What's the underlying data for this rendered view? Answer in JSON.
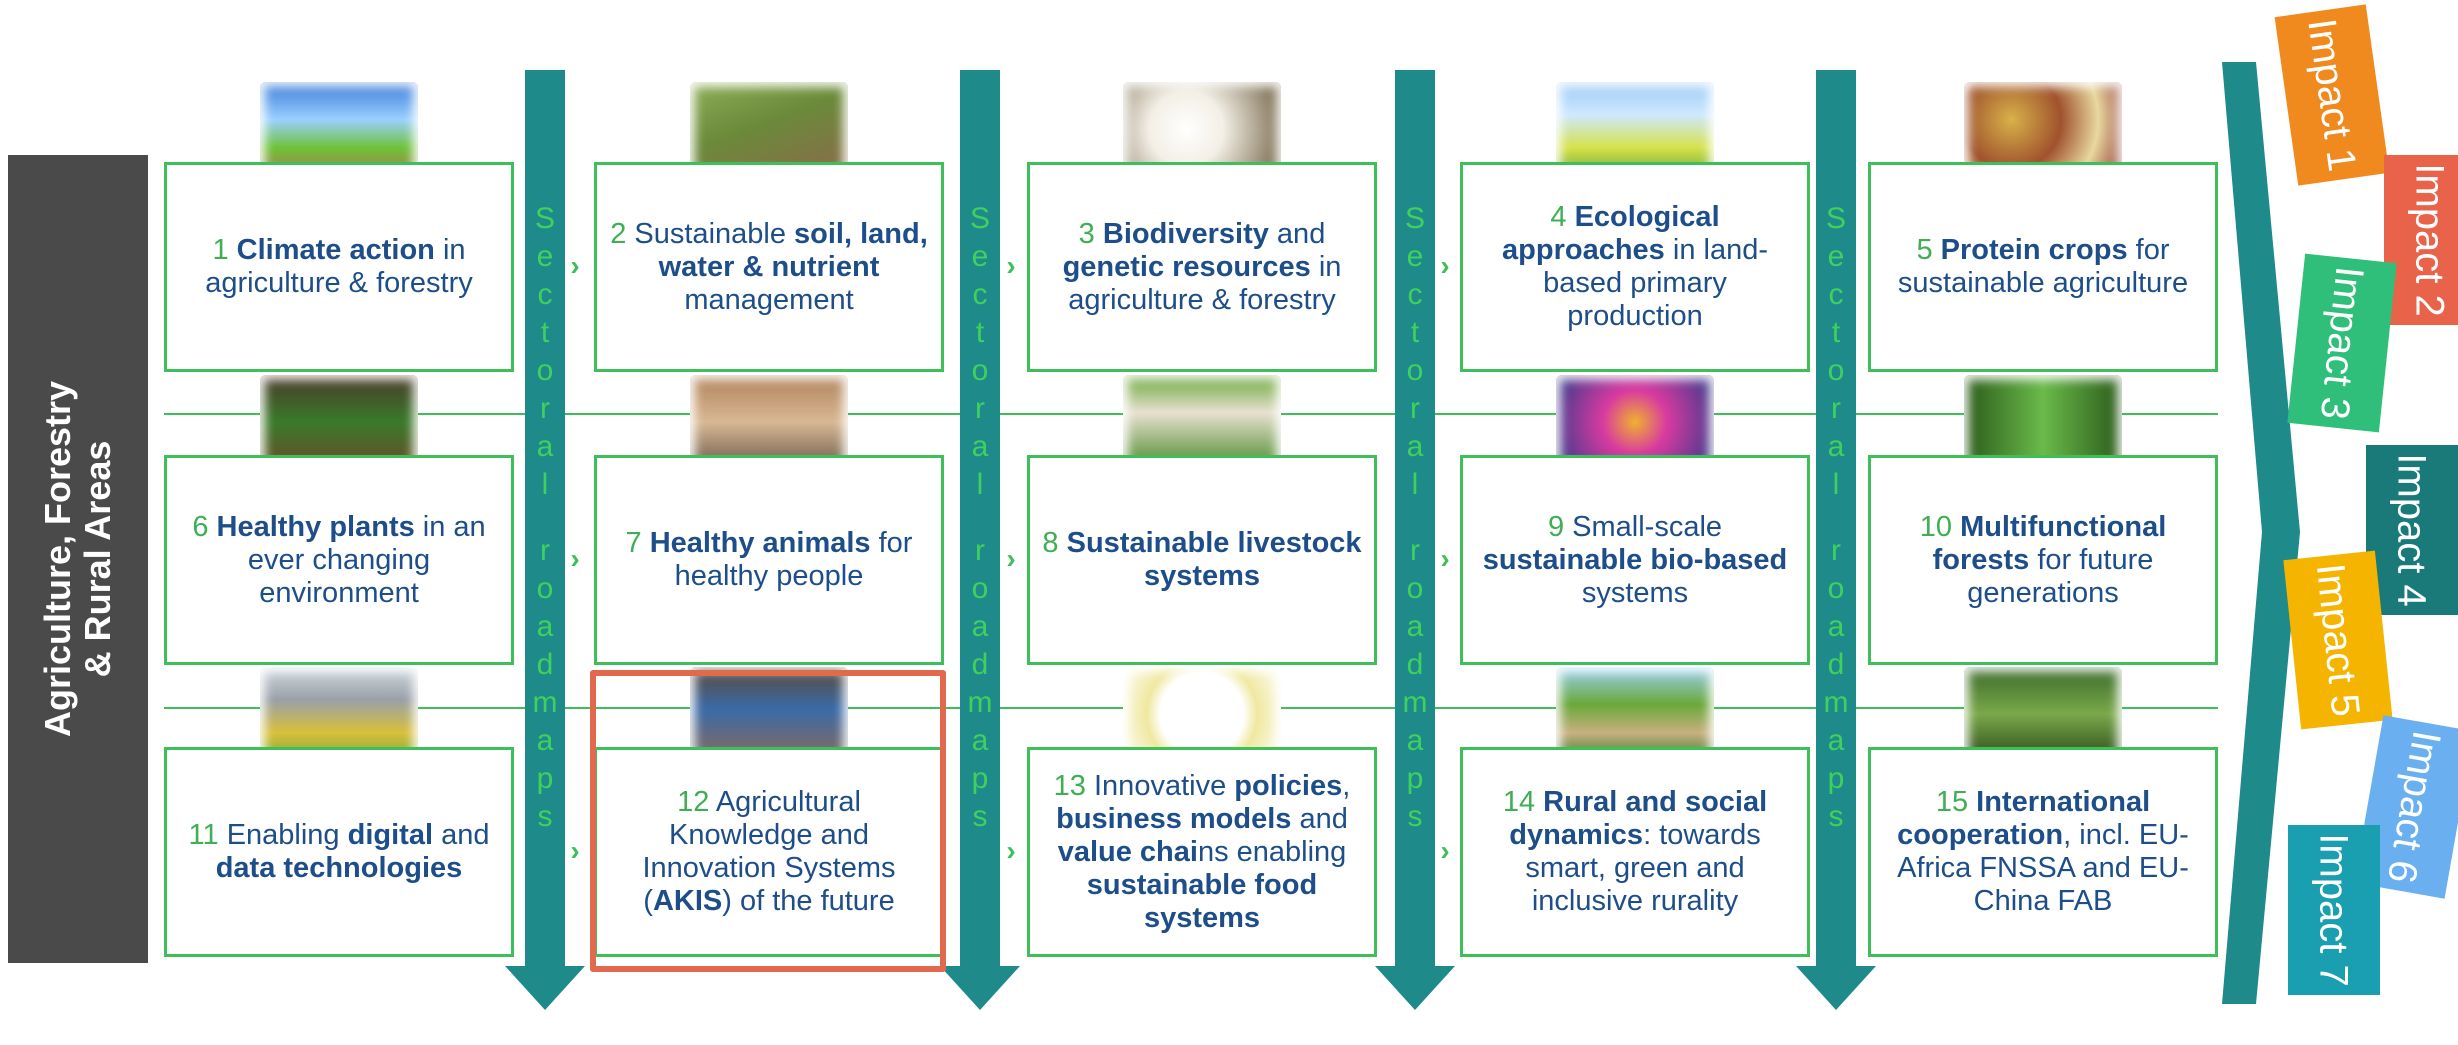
{
  "sidebar": {
    "line1": "Agriculture, Forestry",
    "line2": "& Rural Areas"
  },
  "roadmap": {
    "label": "Sectoral roadmaps",
    "letters": [
      "S",
      "e",
      "c",
      "t",
      "o",
      "r",
      "a",
      "l",
      "",
      "r",
      "o",
      "a",
      "d",
      "m",
      "a",
      "p",
      "s"
    ],
    "color": "#1f8a8a",
    "text_color": "#3fd05e"
  },
  "colors": {
    "box_border": "#3fbf5a",
    "topic_text": "#1d4e8a",
    "number": "#3fae54",
    "highlight": "#e0694e",
    "sidebar": "#4a4a4a"
  },
  "topics": [
    {
      "number": "1",
      "runs": [
        {
          "t": "Climate action",
          "b": true
        },
        {
          "t": " in agriculture & forestry",
          "b": false
        }
      ],
      "thumb": "sky-field-photo"
    },
    {
      "number": "2",
      "runs": [
        {
          "t": "Sustainable ",
          "b": false
        },
        {
          "t": "soil, land, water & nutrient",
          "b": true
        },
        {
          "t": " management",
          "b": false
        }
      ],
      "thumb": "field-photo"
    },
    {
      "number": "3",
      "runs": [
        {
          "t": "Biodiversity",
          "b": true
        },
        {
          "t": " and ",
          "b": false
        },
        {
          "t": "genetic resources",
          "b": true
        },
        {
          "t": " in agriculture & forestry",
          "b": false
        }
      ],
      "thumb": "blossom-bee-photo"
    },
    {
      "number": "4",
      "runs": [
        {
          "t": "Ecological approaches",
          "b": true
        },
        {
          "t": " in land-based primary production",
          "b": false
        }
      ],
      "thumb": "meadow-photo"
    },
    {
      "number": "5",
      "runs": [
        {
          "t": "Protein crops",
          "b": true
        },
        {
          "t": " for sustainable agriculture",
          "b": false
        }
      ],
      "thumb": "legumes-photo"
    },
    {
      "number": "6",
      "runs": [
        {
          "t": "Healthy plants",
          "b": true
        },
        {
          "t": " in an ever changing environment",
          "b": false
        }
      ],
      "thumb": "hands-seedling-photo"
    },
    {
      "number": "7",
      "runs": [
        {
          "t": "Healthy animals",
          "b": true
        },
        {
          "t": " for healthy people",
          "b": false
        }
      ],
      "thumb": "farmers-animals-photo"
    },
    {
      "number": "8",
      "runs": [
        {
          "t": "Sustainable livestock systems",
          "b": true
        }
      ],
      "thumb": "cows-photo"
    },
    {
      "number": "9",
      "runs": [
        {
          "t": "Small-scale ",
          "b": false
        },
        {
          "t": "sustainable bio-based",
          "b": true
        },
        {
          "t": " systems",
          "b": false
        }
      ],
      "thumb": "bioeconomy-loop-graphic"
    },
    {
      "number": "10",
      "runs": [
        {
          "t": "Multifunctional forests",
          "b": true
        },
        {
          "t": " for future generations",
          "b": false
        }
      ],
      "thumb": "forest-photo"
    },
    {
      "number": "11",
      "runs": [
        {
          "t": "Enabling ",
          "b": false
        },
        {
          "t": "digital",
          "b": true
        },
        {
          "t": " and ",
          "b": false
        },
        {
          "t": "data technologies",
          "b": true
        }
      ],
      "thumb": "drone-farm-photo"
    },
    {
      "number": "12",
      "runs": [
        {
          "t": "Agricultural Knowledge and Innovation Systems (",
          "b": false
        },
        {
          "t": "AKIS",
          "b": true
        },
        {
          "t": ") of the future",
          "b": false
        }
      ],
      "thumb": "advisors-photo"
    },
    {
      "number": "13",
      "runs": [
        {
          "t": "Innovative ",
          "b": false
        },
        {
          "t": "policies",
          "b": true
        },
        {
          "t": ", ",
          "b": false
        },
        {
          "t": "business models",
          "b": true
        },
        {
          "t": " and ",
          "b": false
        },
        {
          "t": "value chai",
          "b": true
        },
        {
          "t": "ns enabling ",
          "b": false
        },
        {
          "t": "sustainable food systems",
          "b": true
        }
      ],
      "thumb": "cap-objectives-graphic"
    },
    {
      "number": "14",
      "runs": [
        {
          "t": "Rural and social dynamics",
          "b": true
        },
        {
          "t": ": towards smart, green and inclusive rurality",
          "b": false
        }
      ],
      "thumb": "village-photo"
    },
    {
      "number": "15",
      "runs": [
        {
          "t": "International cooperation",
          "b": true
        },
        {
          "t": ", incl. EU-Africa FNSSA and EU-China FAB",
          "b": false
        }
      ],
      "thumb": "field-workers-photo"
    }
  ],
  "impacts": [
    {
      "label": "Impact 1",
      "color": "#f08a1e"
    },
    {
      "label": "Impact 2",
      "color": "#e8634a"
    },
    {
      "label": "Impact 3",
      "color": "#2fbf7a"
    },
    {
      "label": "Impact 4",
      "color": "#1a7a7a"
    },
    {
      "label": "Impact 5",
      "color": "#f5b400"
    },
    {
      "label": "Impact 6",
      "color": "#6ab0f0"
    },
    {
      "label": "Impact 7",
      "color": "#1a9fb0"
    }
  ],
  "icons": {
    "connector": "arrow-right-icon"
  },
  "highlighted_topic": "12"
}
